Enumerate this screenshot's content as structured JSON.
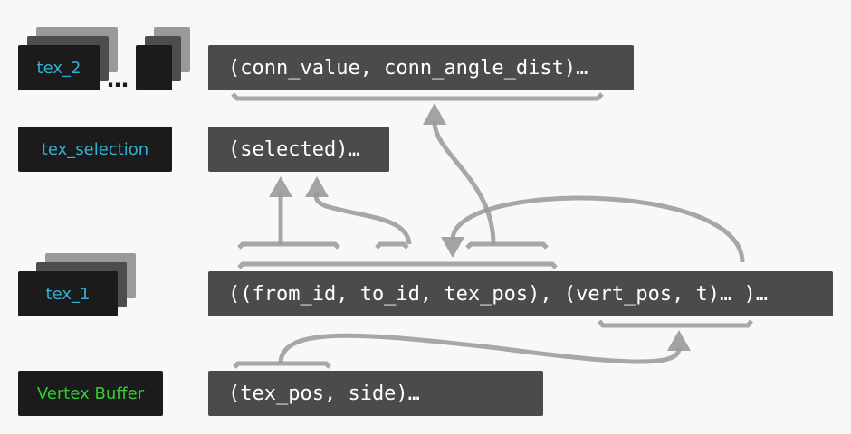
{
  "labels": {
    "tex_2": "tex_2",
    "tex_selection": "tex_selection",
    "tex_1": "tex_1",
    "vertex_buffer": "Vertex Buffer",
    "ellipsis": "…"
  },
  "code": {
    "tex_2": "(conn_value, conn_angle_dist)…",
    "tex_selection": "(selected)…",
    "tex_1": "((from_id, to_id, tex_pos), (vert_pos, t)… )…",
    "vertex_buffer": "(tex_pos, side)…"
  },
  "colors": {
    "texture_label": "#33b0d0",
    "buffer_label": "#33cc33",
    "arrow": "#999999"
  }
}
